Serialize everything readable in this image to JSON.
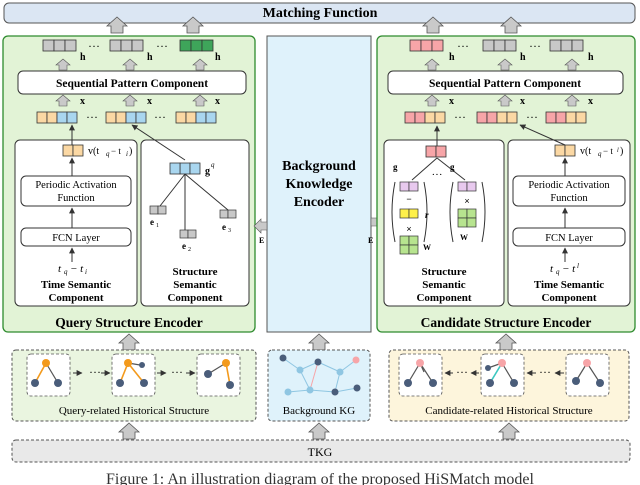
{
  "title": "Matching Function",
  "center_encoder": {
    "line1": "Background",
    "line2": "Knowledge",
    "line3": "Encoder"
  },
  "edge_label": "E",
  "left_panel": {
    "title": "Query Structure Encoder",
    "seq_component": "Sequential Pattern Component",
    "h_label_1": "h",
    "h_label_2": "h",
    "h_label_3": "h",
    "x_label_1": "x",
    "x_label_2": "x",
    "x_label_3": "x",
    "v_label": "v(t",
    "periodic_1": "Periodic Activation",
    "periodic_2": "Function",
    "fcn": "FCN Layer",
    "time_expr": "t",
    "time_comp_1": "Time Semantic",
    "time_comp_2": "Component",
    "struct_comp_1": "Structure",
    "struct_comp_2": "Semantic",
    "struct_comp_3": "Component",
    "g_label": "g",
    "e1": "e",
    "e2": "e",
    "e3": "e"
  },
  "right_panel": {
    "title": "Candidate Structure Encoder",
    "seq_component": "Sequential Pattern Component",
    "h_label_1": "h",
    "h_label_2": "h",
    "h_label_3": "h",
    "x_label_1": "x",
    "x_label_2": "x",
    "x_label_3": "x",
    "v_label": "v(t",
    "periodic_1": "Periodic Activation",
    "periodic_2": "Function",
    "fcn": "FCN Layer",
    "time_expr": "t",
    "time_comp_1": "Time Semantic",
    "time_comp_2": "Component",
    "struct_comp_1": "Structure",
    "struct_comp_2": "Semantic",
    "struct_comp_3": "Component",
    "g_label_1": "g",
    "g_label_2": "g",
    "r_label": "r",
    "w_label_1": "W",
    "w_label_2": "W"
  },
  "bottom": {
    "query_hist": "Query-related Historical Structure",
    "background_kg": "Background KG",
    "candidate_hist": "Candidate-related Historical Structure",
    "tkg": "TKG"
  },
  "caption_partial": "Figure 1: An illustration diagram of the proposed HiSMatch model",
  "colors": {
    "green_panel": "#e2f3d6",
    "green_border": "#2e8b2e",
    "blue_panel": "#dff2fb",
    "orange_cell": "#fbd8a4",
    "blue_cell": "#a9d6ef",
    "gray_cell": "#c8c8c8",
    "green_cell": "#3ea55a",
    "pink_cell": "#f7a5a8",
    "lilac_cell": "#e8c9ee",
    "yellow_cell": "#fff14a",
    "light_green_cell": "#b7e48f"
  }
}
